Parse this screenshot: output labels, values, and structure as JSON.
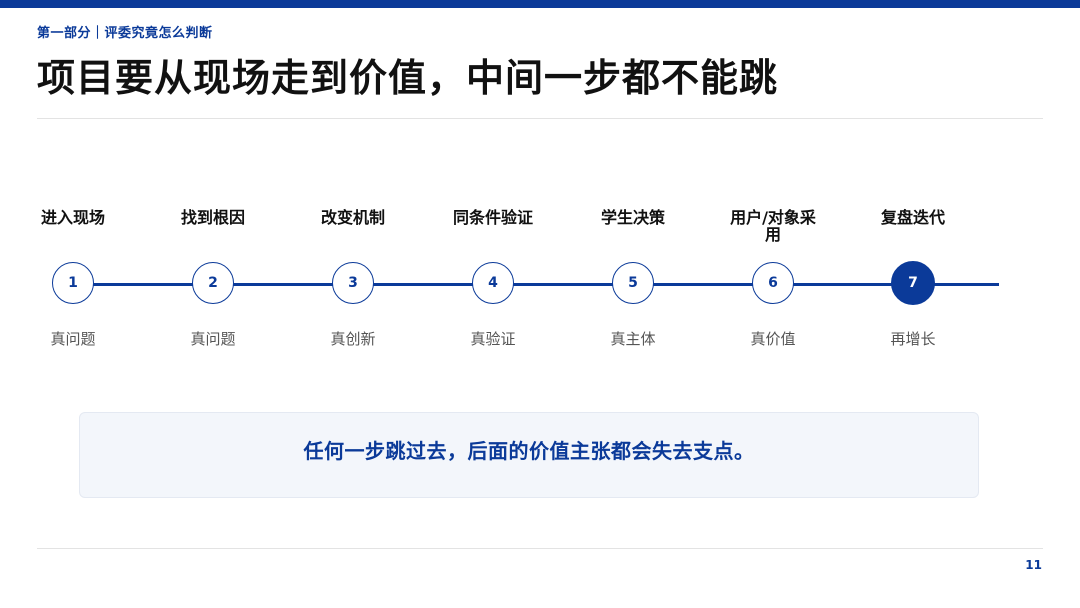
{
  "header": {
    "section_label": "第一部分｜评委究竟怎么判断",
    "title": "项目要从现场走到价值，中间一步都不能跳"
  },
  "steps": [
    {
      "number": "1",
      "label": "进入现场",
      "caption": "真问题"
    },
    {
      "number": "2",
      "label": "找到根因",
      "caption": "真问题"
    },
    {
      "number": "3",
      "label": "改变机制",
      "caption": "真创新"
    },
    {
      "number": "4",
      "label": "同条件验证",
      "caption": "真验证"
    },
    {
      "number": "5",
      "label": "学生决策",
      "caption": "真主体"
    },
    {
      "number": "6",
      "label": "用户/对象采用",
      "caption": "真价值"
    },
    {
      "number": "7",
      "label": "复盘迭代",
      "caption": "再增长"
    }
  ],
  "active_step": "7",
  "callout": {
    "text": "任何一步跳过去，后面的价值主张都会失去支点。"
  },
  "footer": {
    "page_number": "11"
  },
  "colors": {
    "accent": "#0b3a99",
    "caption_gray": "#555555",
    "callout_bg": "#f3f6fb"
  }
}
